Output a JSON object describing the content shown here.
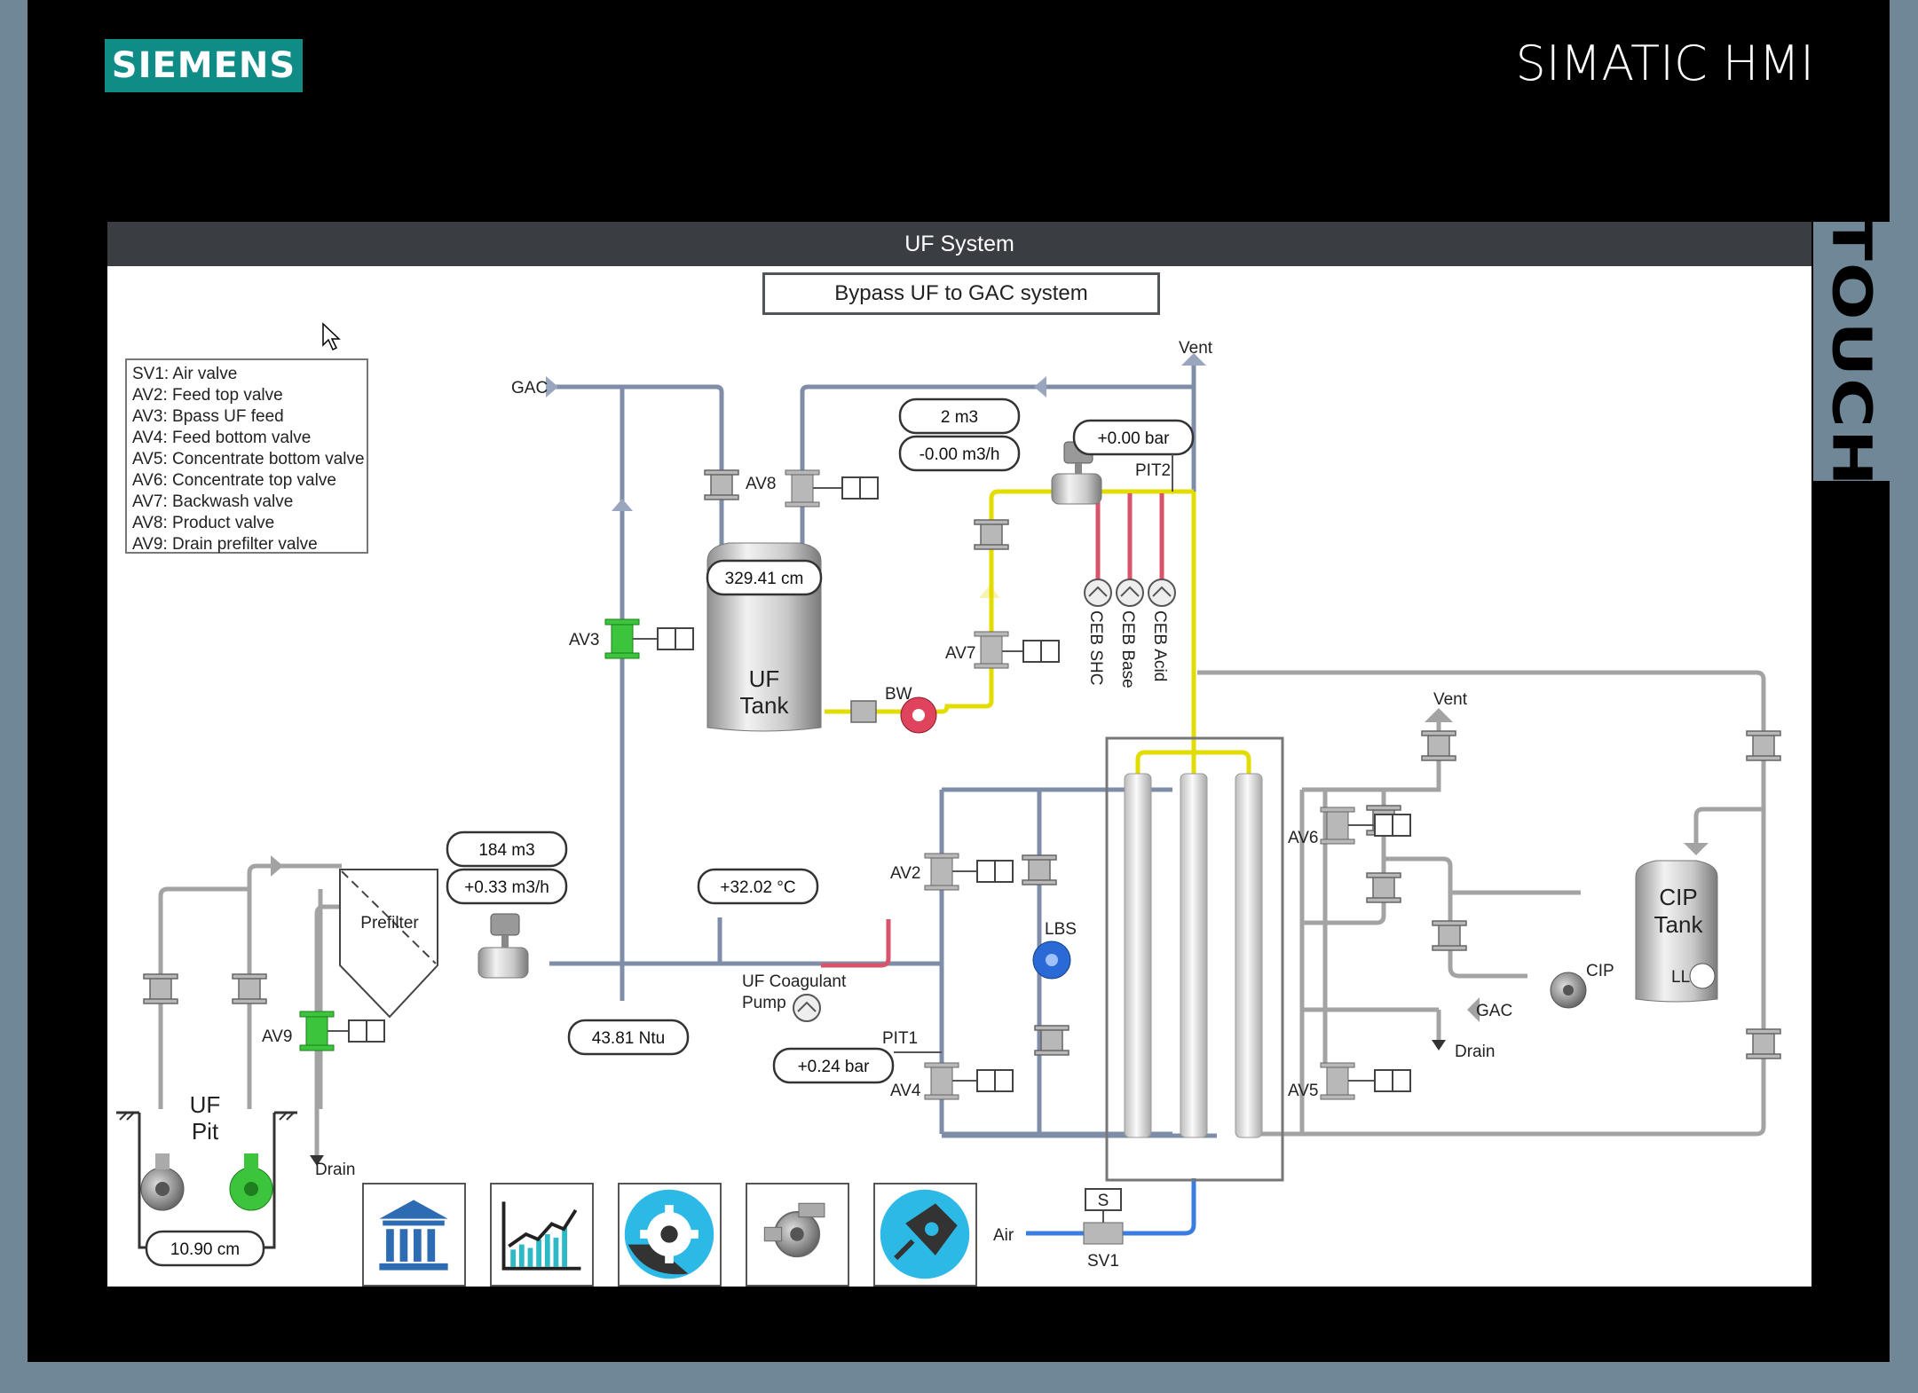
{
  "brand": {
    "logo": "SIEMENS",
    "product": "SIMATIC HMI",
    "touch": "TOUCH"
  },
  "screen": {
    "title": "UF System",
    "mode_button": "Bypass UF to GAC system"
  },
  "legend": [
    "SV1: Air valve",
    "AV2: Feed top valve",
    "AV3: Bpass UF feed",
    "AV4: Feed bottom valve",
    "AV5: Concentrate bottom valve",
    "AV6: Concentrate top valve",
    "AV7: Backwash valve",
    "AV8: Product valve",
    "AV9: Drain prefilter valve"
  ],
  "labels": {
    "gac_top": "GAC",
    "vent_top": "Vent",
    "vent_right": "Vent",
    "gac_right": "GAC",
    "drain_left": "Drain",
    "drain_right": "Drain",
    "air": "Air",
    "uf_tank_1": "UF",
    "uf_tank_2": "Tank",
    "uf_pit_1": "UF",
    "uf_pit_2": "Pit",
    "cip_tank_1": "CIP",
    "cip_tank_2": "Tank",
    "ll": "LL",
    "prefilter": "Prefilter",
    "bw": "BW",
    "lbs": "LBS",
    "cip_pump": "CIP",
    "pit1": "PIT1",
    "pit2": "PIT2",
    "coagulant_1": "UF Coagulant",
    "coagulant_2": "Pump",
    "ceb_shc": "CEB SHC",
    "ceb_base": "CEB Base",
    "ceb_acid": "CEB Acid",
    "sv1": "SV1",
    "s": "S",
    "av2": "AV2",
    "av3": "AV3",
    "av4": "AV4",
    "av5": "AV5",
    "av6": "AV6",
    "av7": "AV7",
    "av8": "AV8",
    "av9": "AV9"
  },
  "values": {
    "product_total": "2 m3",
    "product_flow": "-0.00 m3/h",
    "pit2_pressure": "+0.00 bar",
    "uf_tank_level": "329.41 cm",
    "feed_total": "184 m3",
    "feed_flow": "+0.33 m3/h",
    "feed_temp": "+32.02 °C",
    "turbidity": "43.81 Ntu",
    "pit1_pressure": "+0.24 bar",
    "uf_pit_level": "10.90 cm"
  },
  "nav": [
    {
      "name": "home-icon"
    },
    {
      "name": "trend-chart-icon"
    },
    {
      "name": "settings-gear-icon"
    },
    {
      "name": "pump-icon"
    },
    {
      "name": "maintenance-icon"
    }
  ],
  "colors": {
    "pipe_feed": "#7f8da8",
    "pipe_grey": "#9a9a9a",
    "pipe_yellow": "#e8e000",
    "pipe_red": "#d9536a",
    "pipe_air": "#3a7de0",
    "valve_open": "#3cc43c",
    "panel": "#3a3d42",
    "siemens": "#0e8c85",
    "nav_accent": "#2db9e6"
  }
}
